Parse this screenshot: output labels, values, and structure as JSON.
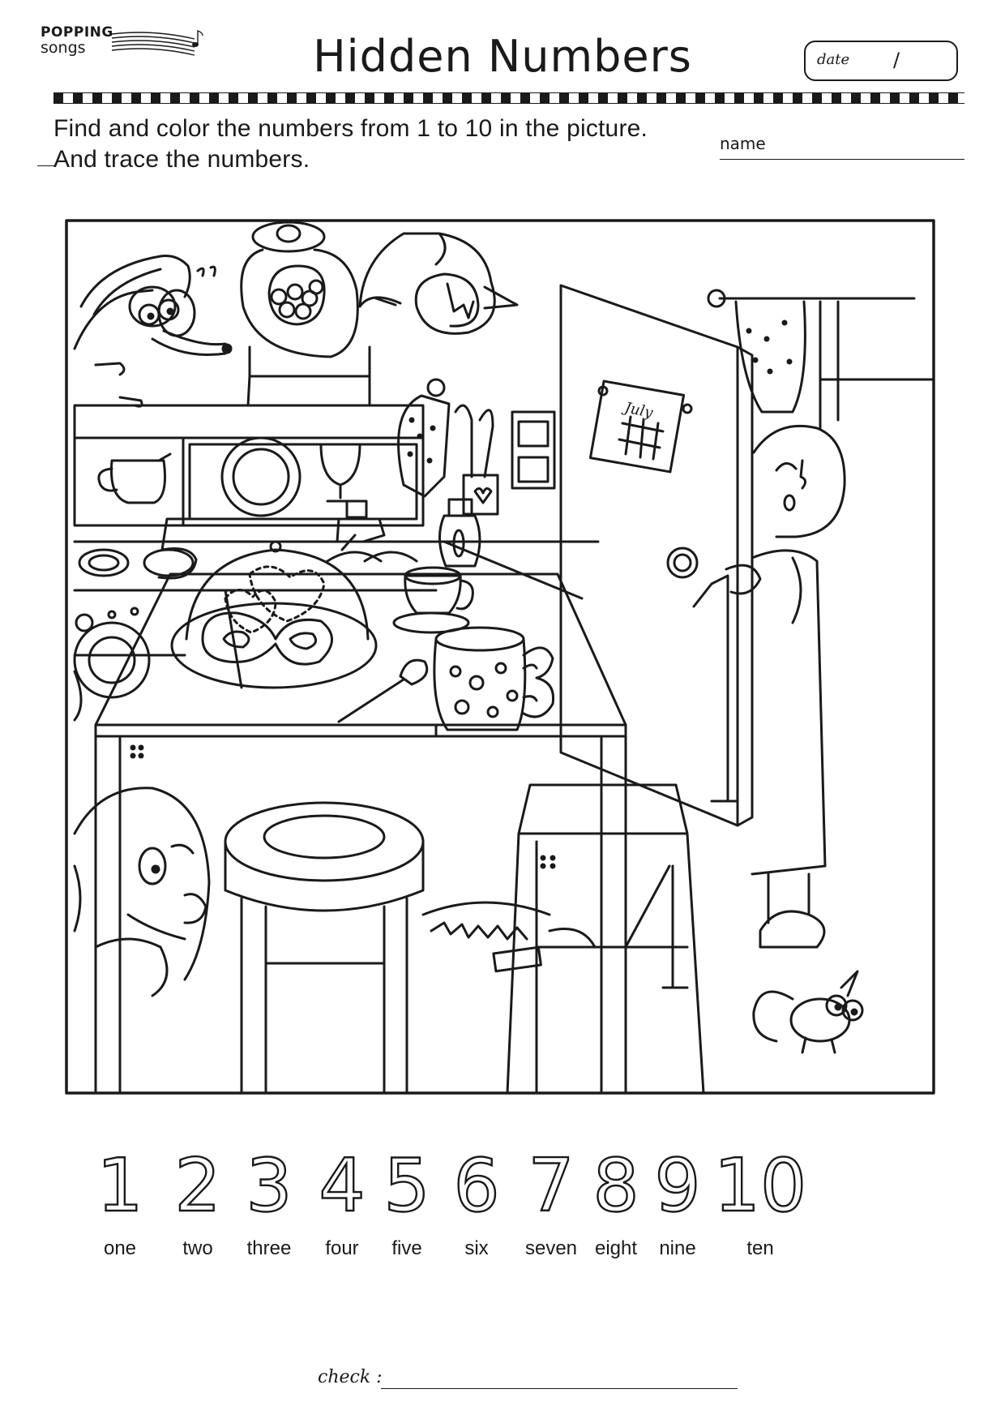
{
  "brand": {
    "top": "POPPING",
    "bottom": "songs"
  },
  "title": "Hidden Numbers",
  "date_label": "date",
  "date_separator": "/",
  "instructions": [
    "Find and color the numbers from 1 to 10 in the picture.",
    "And trace the numbers."
  ],
  "name_label": "name",
  "calendar_month": "July",
  "trace_numbers": [
    {
      "digit": "1",
      "word": "one"
    },
    {
      "digit": "2",
      "word": "two"
    },
    {
      "digit": "3",
      "word": "three"
    },
    {
      "digit": "4",
      "word": "four"
    },
    {
      "digit": "5",
      "word": "five"
    },
    {
      "digit": "6",
      "word": "six"
    },
    {
      "digit": "7",
      "word": "seven"
    },
    {
      "digit": "8",
      "word": "eight"
    },
    {
      "digit": "9",
      "word": "nine"
    },
    {
      "digit": "10",
      "word": "ten"
    }
  ],
  "check_label": "check :",
  "colors": {
    "ink": "#1a1a1a",
    "paper": "#ffffff"
  }
}
